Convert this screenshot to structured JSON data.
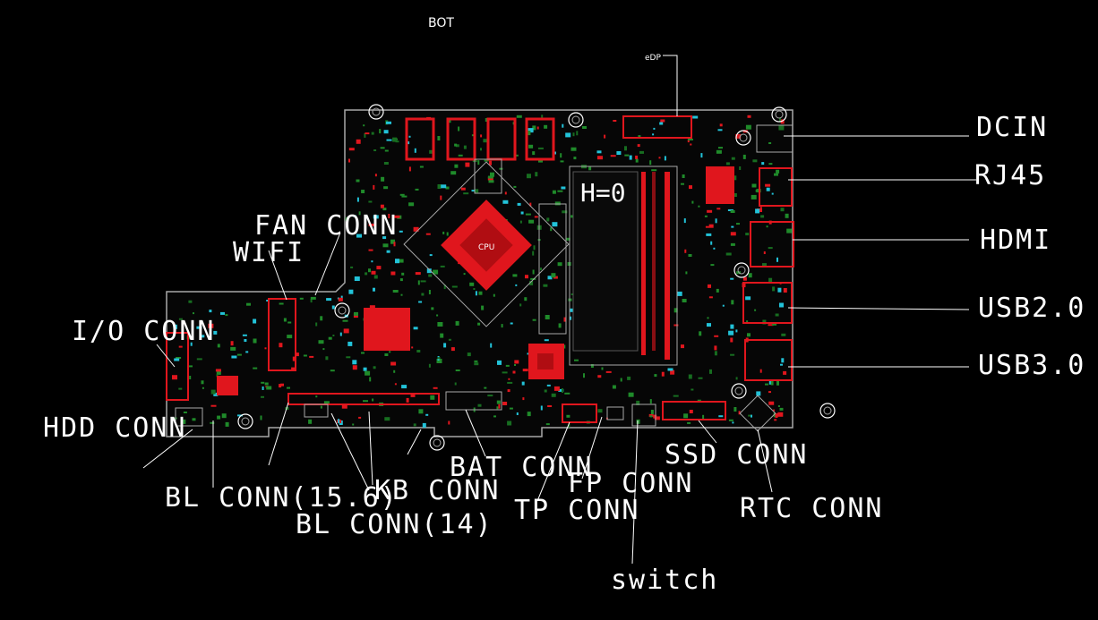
{
  "view_label": "BOT",
  "edp_label": "eDP",
  "board_text": {
    "height_marker": "H=0",
    "cpu_mark": "CPU"
  },
  "colors": {
    "background": "#000000",
    "board_outline": "#a8a8a8",
    "copper": "#e0161d",
    "component_green": "#1f8a2a",
    "silk_white": "#ffffff",
    "via_cyan": "#22c2d8"
  },
  "labels": {
    "dcin": "DCIN",
    "rj45": "RJ45",
    "hdmi": "HDMI",
    "usb20": "USB2.0",
    "usb30": "USB3.0",
    "fan_conn": "FAN CONN",
    "wifi": "WIFI",
    "io_conn": "I/O CONN",
    "hdd_conn": "HDD CONN",
    "bl_conn_156": "BL CONN(15.6)",
    "kb_conn": "KB CONN",
    "bl_conn_14": "BL CONN(14)",
    "bat_conn": "BAT CONN",
    "tp_conn": "TP CONN",
    "fp_conn": "FP CONN",
    "switch": "switch",
    "ssd_conn": "SSD CONN",
    "rtc_conn": "RTC CONN"
  }
}
